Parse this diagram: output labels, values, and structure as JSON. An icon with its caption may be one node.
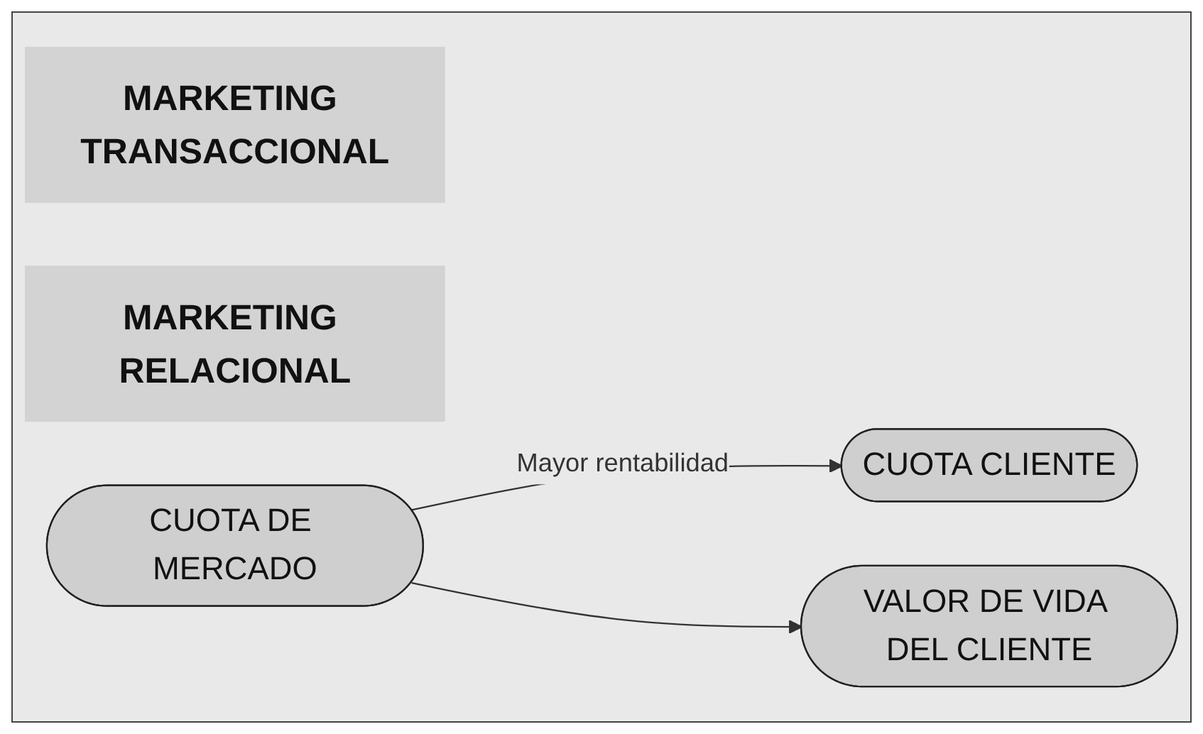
{
  "diagram": {
    "nodes": [
      {
        "text": [
          "MARKETING TRANSACCIONAL"
        ]
      },
      {
        "text": [
          "MARKETING RELACIONAL"
        ]
      },
      {
        "text": [
          "CUOTA DE MERCADO"
        ]
      },
      {
        "text": [
          "CUOTA CLIENTE"
        ]
      },
      {
        "text": [
          "VALOR DE VIDA DEL CLIENTE"
        ]
      }
    ],
    "edges": [
      {
        "from": 2,
        "to": 3,
        "arrow": "to",
        "label": "Mayor rentabilidad"
      },
      {
        "from": 2,
        "to": 4,
        "arrow": "to"
      }
    ]
  }
}
